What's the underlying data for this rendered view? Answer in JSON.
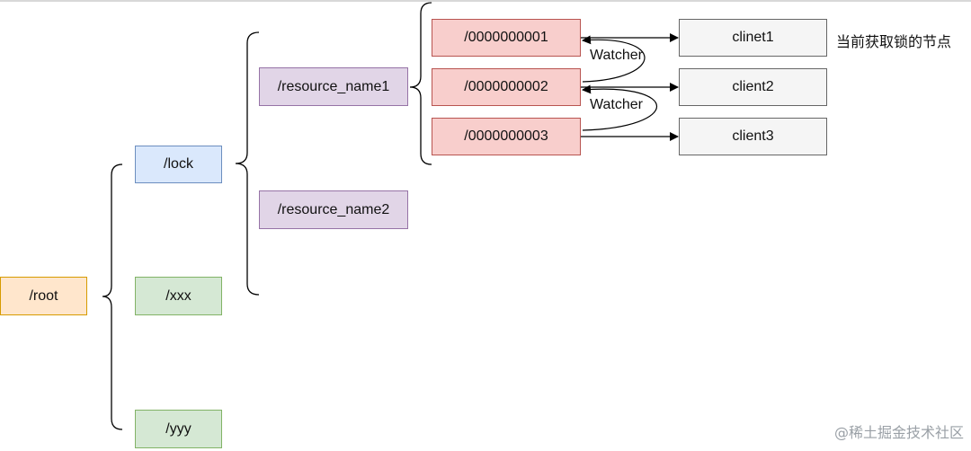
{
  "nodes": {
    "root": "/root",
    "lock": "/lock",
    "xxx": "/xxx",
    "yyy": "/yyy",
    "resource1": "/resource_name1",
    "resource2": "/resource_name2",
    "seq1": "/0000000001",
    "seq2": "/0000000002",
    "seq3": "/0000000003",
    "client1": "clinet1",
    "client2": "client2",
    "client3": "client3"
  },
  "labels": {
    "watcher1": "Watcher",
    "watcher2": "Watcher",
    "current_lock_note": "当前获取锁的节点"
  },
  "watermark": "@稀土掘金技术社区",
  "colors": {
    "root_fill": "#ffe6cc",
    "root_border": "#d79b00",
    "lock_fill": "#dae8fc",
    "lock_border": "#6c8ebf",
    "green_fill": "#d5e8d4",
    "green_border": "#82b366",
    "purple_fill": "#e1d5e7",
    "purple_border": "#9673a6",
    "red_fill": "#f8cecc",
    "red_border": "#b85450",
    "gray_fill": "#f5f5f5",
    "gray_border": "#666666"
  }
}
